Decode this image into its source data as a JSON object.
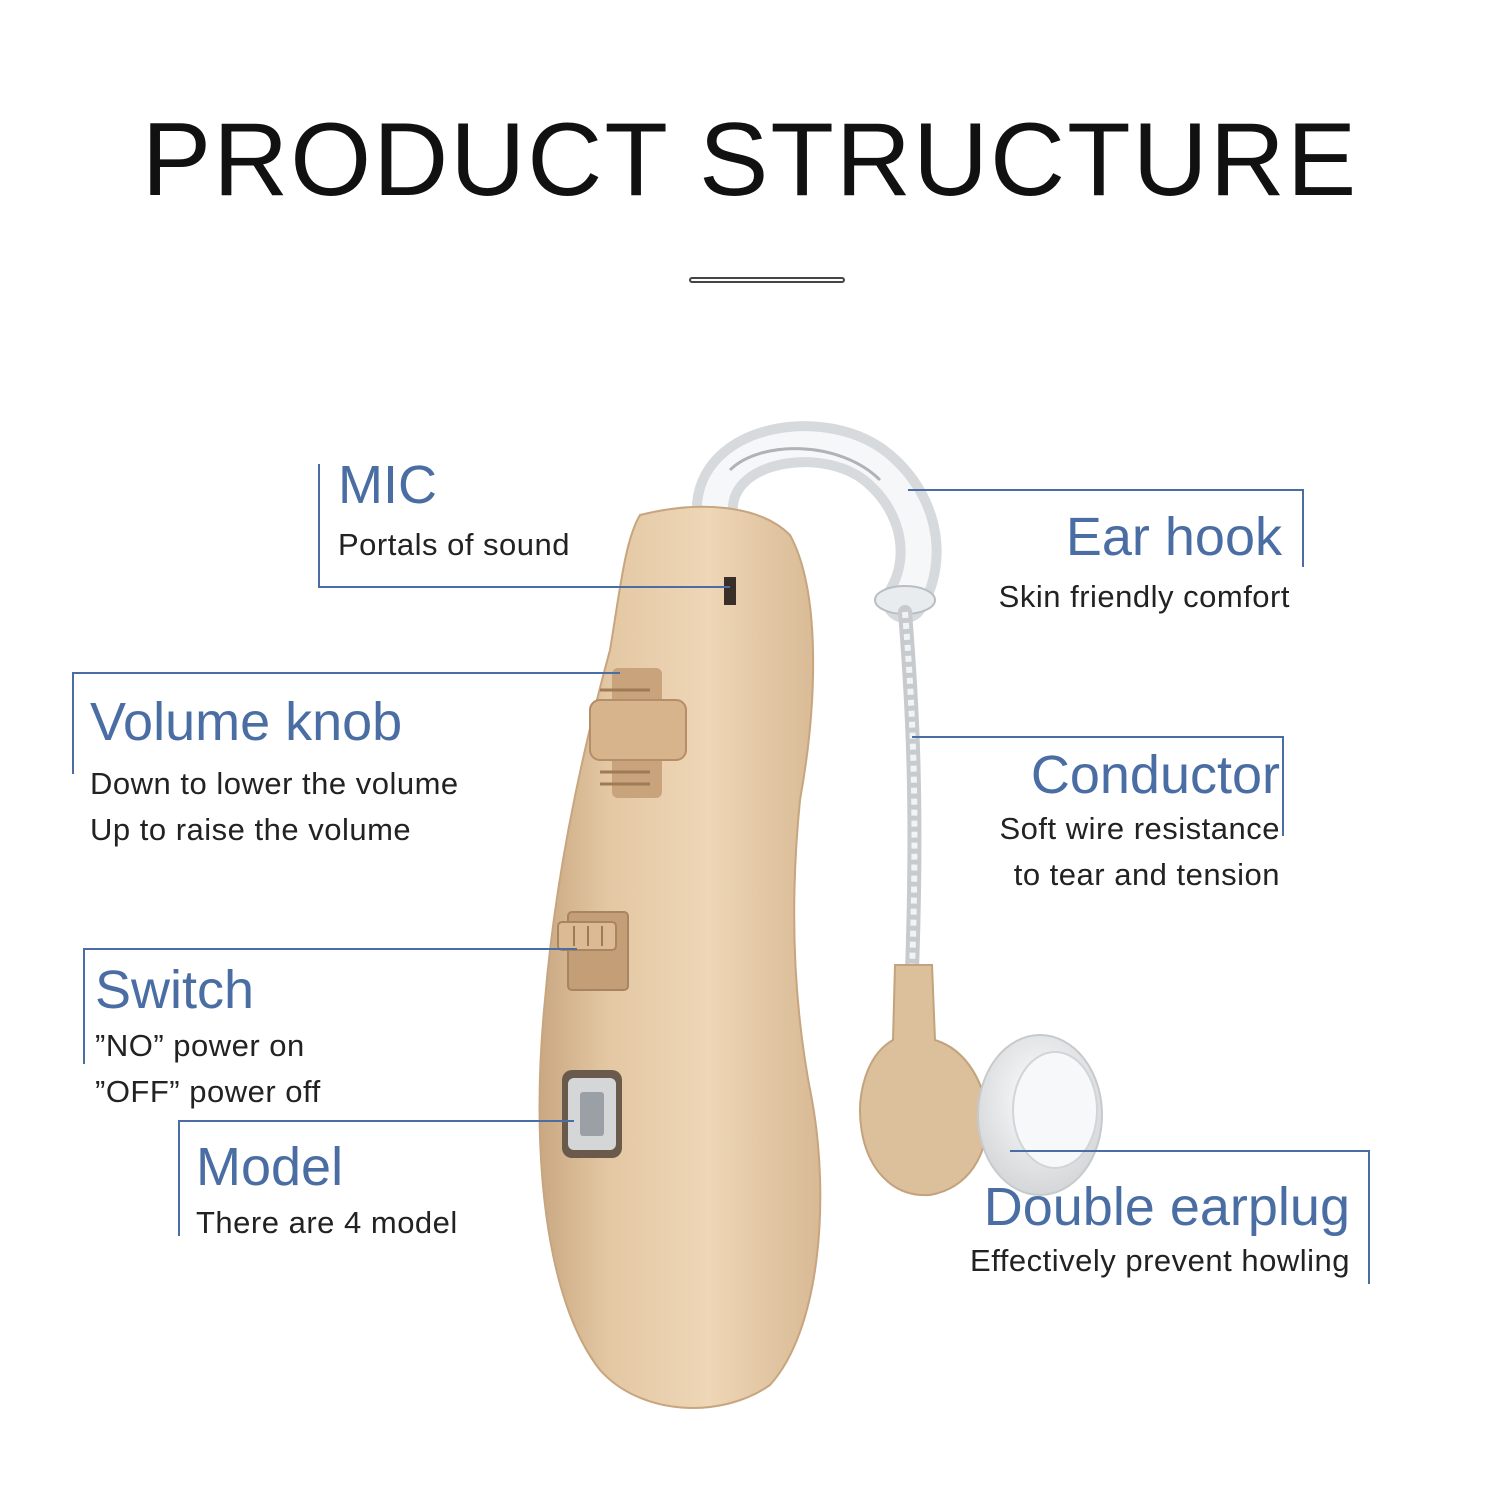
{
  "title": "PRODUCT STRUCTURE",
  "colors": {
    "accent": "#4a6ea3",
    "device_body": "#e4c8a4",
    "device_shadow": "#c9a882",
    "text": "#222222"
  },
  "labels": {
    "mic": {
      "head": "MIC",
      "desc": [
        "Portals of sound"
      ]
    },
    "ear_hook": {
      "head": "Ear hook",
      "desc": [
        "Skin friendly comfort"
      ]
    },
    "volume_knob": {
      "head": "Volume knob",
      "desc": [
        "Down to lower the volume",
        "Up to raise the volume"
      ]
    },
    "conductor": {
      "head": "Conductor",
      "desc": [
        "Soft wire resistance",
        "to tear and tension"
      ]
    },
    "switch": {
      "head": "Switch",
      "desc": [
        "”NO” power on",
        "”OFF” power off"
      ]
    },
    "model": {
      "head": "Model",
      "desc": [
        "There are 4 model"
      ]
    },
    "double_earplug": {
      "head": "Double earplug",
      "desc": [
        "Effectively prevent howling"
      ]
    }
  }
}
